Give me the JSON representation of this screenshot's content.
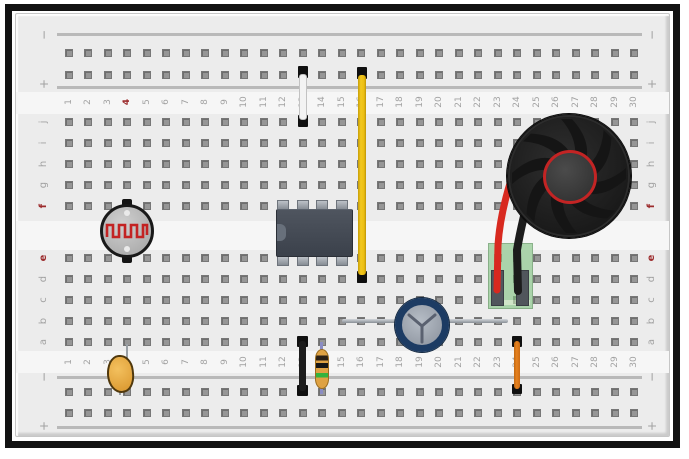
{
  "meta": {
    "title": "Breadboard circuit diagram"
  },
  "board": {
    "column_numbers": [
      "1",
      "2",
      "3",
      "4",
      "5",
      "6",
      "7",
      "8",
      "9",
      "10",
      "11",
      "12",
      "13",
      "14",
      "15",
      "16",
      "17",
      "18",
      "19",
      "20",
      "21",
      "22",
      "23",
      "24",
      "25",
      "26",
      "27",
      "28",
      "29",
      "30"
    ],
    "row_letters_top": [
      "j",
      "i",
      "h",
      "g",
      "f"
    ],
    "row_letters_bottom": [
      "e",
      "d",
      "c",
      "b",
      "a"
    ],
    "rail_labels": {
      "minus": "−",
      "plus": "+"
    },
    "highlighted_column_numbers": [
      "4"
    ],
    "highlighted_row_letters": [
      "f",
      "e"
    ]
  },
  "components": {
    "photoresistor": {
      "label": "LDR photoresistor",
      "position": "column 4, rows f–e"
    },
    "ic_8pin": {
      "label": "8-pin DIP IC",
      "position": "columns 12–15, rows f–e, notch left"
    },
    "jumper_white": {
      "label": "white jumper wire",
      "position": "top + rail to j13"
    },
    "jumper_yellow": {
      "label": "yellow jumper wire",
      "position": "top + rail to d16, over IC"
    },
    "speaker": {
      "label": "round speaker",
      "position": "over columns 24–29, rows f–j"
    },
    "terminal_block": {
      "label": "green terminal block",
      "position": "columns 23–24, rows e–c"
    },
    "wire_red": {
      "label": "red speaker lead",
      "position": "speaker to terminal col 23"
    },
    "wire_black": {
      "label": "black speaker lead",
      "position": "speaker to terminal col 24"
    },
    "electrolytic_capacitor": {
      "label": "electrolytic capacitor (top view)",
      "position": "row b, leads columns 15–23"
    },
    "ceramic_capacitor": {
      "label": "ceramic capacitor",
      "position": "a4 to bottom − rail"
    },
    "jumper_black": {
      "label": "black jumper wire",
      "position": "a13 to bottom − rail"
    },
    "resistor": {
      "label": "axial resistor (black/black/green bands)",
      "position": "a14 to bottom − rail"
    },
    "jumper_orange": {
      "label": "orange jumper wire",
      "position": "a24 to bottom − rail"
    }
  },
  "colors": {
    "frame": "#121212",
    "board-face": "#ececec",
    "board-channel": "#f6f6f6",
    "hole": "#969696",
    "hole-border": "#777777",
    "rail-line": "#b9b9b9",
    "label-gray": "#a2a2a2",
    "label-red": "#9c2b2c",
    "wire-yellow": "#f2c81f",
    "wire-white": "#f3f3f3",
    "wire-black": "#1c1c1c",
    "wire-orange": "#e8821e",
    "wire-red": "#d8291f",
    "ic-body": "#454b55",
    "speaker-ring-red": "#c32424",
    "cap-ring": "#1c3b63",
    "cap-face": "#9ba3ae",
    "resistor-body": "#dfa243",
    "resistor-band-green": "#33b33d",
    "ldr-trace-red": "#c32222",
    "terminal-green": "#82c482"
  }
}
